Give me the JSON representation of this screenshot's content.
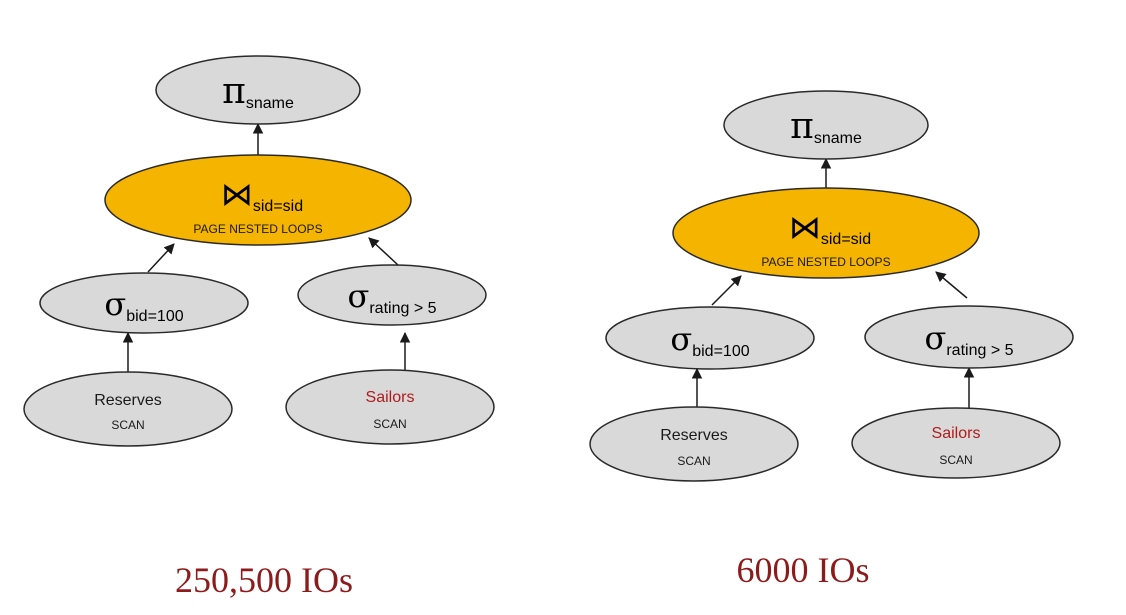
{
  "colors": {
    "node_fill": "#d9d9d9",
    "join_fill": "#f4b400",
    "stroke": "#2a2a2a",
    "sailors_text": "#b01c1c",
    "caption": "#8e1b1b"
  },
  "plans": [
    {
      "project": {
        "symbol": "π",
        "sub": "sname"
      },
      "join": {
        "symbol": "⋈",
        "sub": "sid=sid",
        "method": "PAGE NESTED LOOPS"
      },
      "left_select": {
        "symbol": "σ",
        "sub": "bid=100"
      },
      "right_select": {
        "symbol": "σ",
        "sub": "rating > 5"
      },
      "left_scan": {
        "name": "Reserves",
        "op": "SCAN"
      },
      "right_scan": {
        "name": "Sailors",
        "op": "SCAN"
      },
      "cost": "250,500 IOs"
    },
    {
      "project": {
        "symbol": "π",
        "sub": "sname"
      },
      "join": {
        "symbol": "⋈",
        "sub": "sid=sid",
        "method": "PAGE NESTED LOOPS"
      },
      "left_select": {
        "symbol": "σ",
        "sub": "bid=100"
      },
      "right_select": {
        "symbol": "σ",
        "sub": "rating > 5"
      },
      "left_scan": {
        "name": "Reserves",
        "op": "SCAN"
      },
      "right_scan": {
        "name": "Sailors",
        "op": "SCAN"
      },
      "cost": "6000 IOs"
    }
  ]
}
